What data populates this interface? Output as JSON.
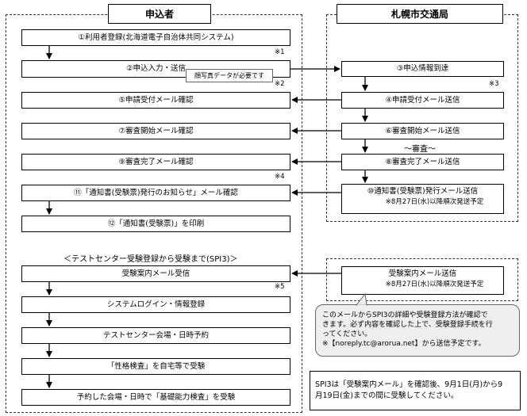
{
  "headers": {
    "applicant": "申込者",
    "bureau": "札幌市交通局"
  },
  "applicant_steps": [
    "①利用者登録(北海道電子自治体共同システム)",
    "②申込入力・送信",
    "⑤申請受付メール確認",
    "⑦審査開始メール確認",
    "⑨審査完了メール確認",
    "⑪「通知書(受験票)発行のお知らせ」メール確認",
    "⑫「通知書(受験票)」を印刷"
  ],
  "bureau_steps": [
    "③申込情報到達",
    "④申請受付メール送信",
    "⑥審査開始メール送信",
    "⑧審査完了メール送信"
  ],
  "bureau_step10": {
    "title": "⑩通知書(受験票)発行メール送信",
    "sub": "※8月27日(水)以降順次発送予定"
  },
  "photo_note": "顔写真データが必要です",
  "review_label": "～審査～",
  "refs": {
    "r1": "※1",
    "r2": "※2",
    "r3": "※3",
    "r4": "※4",
    "r5": "※5"
  },
  "spi": {
    "section_title": "＜テストセンター受験登録から受験まで(SPI3)＞",
    "steps": [
      "受験案内メール受信",
      "システムログイン・情報登録",
      "テストセンター会場・日時予約",
      "「性格検査」を自宅等で受験",
      "予約した会場・日時で「基礎能力検査」を受験"
    ],
    "send": {
      "title": "受験案内メール送信",
      "sub": "※8月27日(水)以降順次発送予定"
    }
  },
  "bubble_lines": [
    "このメールからSPI3の詳細や受験登録方法が確認で",
    "きます。必ず内容を確認した上で、受験登録手続を行",
    "ってください。",
    "※【noreply.tc@arorua.net】から送信予定です。"
  ],
  "info_lines": [
    "SPI3は「受験案内メール」を確認後、9月1日(月)から9",
    "月19日(金)までの間に受験してください。"
  ]
}
